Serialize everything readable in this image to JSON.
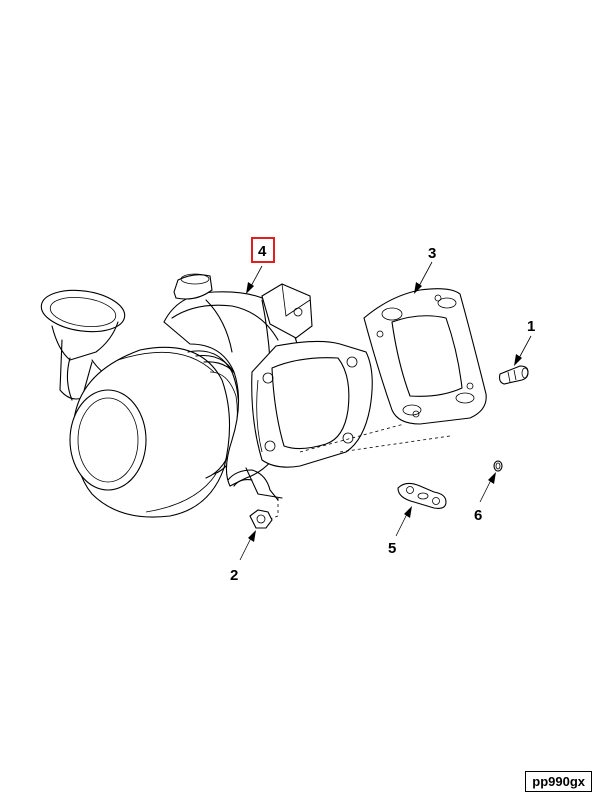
{
  "diagram": {
    "callouts": [
      {
        "id": "1",
        "label": "1"
      },
      {
        "id": "2",
        "label": "2"
      },
      {
        "id": "3",
        "label": "3"
      },
      {
        "id": "4",
        "label": "4",
        "highlighted": true
      },
      {
        "id": "5",
        "label": "5"
      },
      {
        "id": "6",
        "label": "6"
      }
    ],
    "highlight_color": "#e02020",
    "reference_code": "pp990gx"
  }
}
